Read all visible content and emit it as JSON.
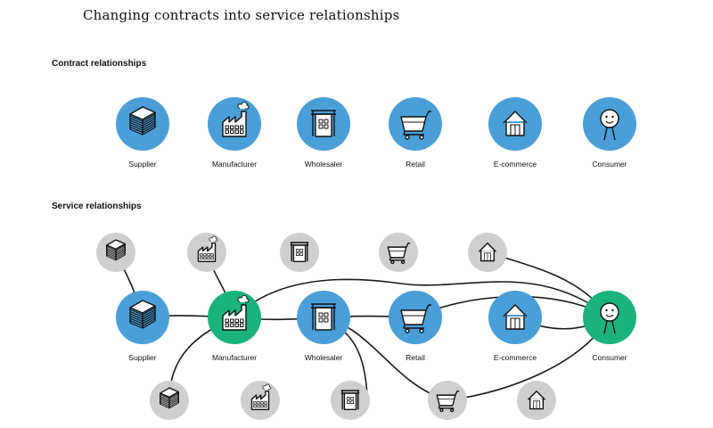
{
  "title": "Changing contracts into service relationships",
  "sections": {
    "contract": "Contract relationships",
    "service": "Service relationships"
  },
  "colors": {
    "blue": "#4a9fd8",
    "green": "#19b37b",
    "grey": "#cfcfcf",
    "stroke": "#1a1a1a"
  },
  "nodes": [
    {
      "id": "c1",
      "icon": "stack-of-papers-icon",
      "label": "Supplier",
      "color": "blue"
    },
    {
      "id": "c2",
      "icon": "factory-icon",
      "label": "Manufacturer",
      "color": "blue"
    },
    {
      "id": "c3",
      "icon": "warehouse-icon",
      "label": "Wholesaler",
      "color": "blue"
    },
    {
      "id": "c4",
      "icon": "shopping-cart-icon",
      "label": "Retail",
      "color": "blue"
    },
    {
      "id": "c5",
      "icon": "house-icon",
      "label": "E-commerce",
      "color": "blue"
    },
    {
      "id": "c6",
      "icon": "smiley-person-icon",
      "label": "Consumer",
      "color": "blue"
    },
    {
      "id": "s1",
      "icon": "stack-of-papers-icon",
      "label": "Supplier",
      "color": "blue"
    },
    {
      "id": "s2",
      "icon": "factory-icon",
      "label": "Manufacturer",
      "color": "green"
    },
    {
      "id": "s3",
      "icon": "warehouse-icon",
      "label": "Wholesaler",
      "color": "blue"
    },
    {
      "id": "s4",
      "icon": "shopping-cart-icon",
      "label": "Retail",
      "color": "blue"
    },
    {
      "id": "s5",
      "icon": "house-icon",
      "label": "E-commerce",
      "color": "blue"
    },
    {
      "id": "s6",
      "icon": "smiley-person-icon",
      "label": "Consumer",
      "color": "green"
    },
    {
      "id": "t1",
      "icon": "stack-of-papers-icon",
      "label": "",
      "color": "grey"
    },
    {
      "id": "t2",
      "icon": "factory-icon",
      "label": "",
      "color": "grey"
    },
    {
      "id": "t3",
      "icon": "warehouse-icon",
      "label": "",
      "color": "grey"
    },
    {
      "id": "t4",
      "icon": "shopping-cart-icon",
      "label": "",
      "color": "grey"
    },
    {
      "id": "t5",
      "icon": "house-icon",
      "label": "",
      "color": "grey"
    },
    {
      "id": "b1",
      "icon": "stack-of-papers-icon",
      "label": "",
      "color": "grey"
    },
    {
      "id": "b2",
      "icon": "factory-icon",
      "label": "",
      "color": "grey"
    },
    {
      "id": "b3",
      "icon": "warehouse-icon",
      "label": "",
      "color": "grey"
    },
    {
      "id": "b4",
      "icon": "shopping-cart-icon",
      "label": "",
      "color": "grey"
    },
    {
      "id": "b5",
      "icon": "house-icon",
      "label": "",
      "color": "grey"
    }
  ],
  "edges": [
    [
      "t1",
      "s1"
    ],
    [
      "t2",
      "s2"
    ],
    [
      "s1",
      "s2"
    ],
    [
      "s2",
      "s3"
    ],
    [
      "s2",
      "b1"
    ],
    [
      "s2",
      "s6"
    ],
    [
      "s3",
      "s4"
    ],
    [
      "s3",
      "b3"
    ],
    [
      "s3",
      "b4"
    ],
    [
      "s4",
      "s6"
    ],
    [
      "s5",
      "s6"
    ],
    [
      "t5",
      "s6"
    ],
    [
      "b4",
      "s6"
    ]
  ]
}
